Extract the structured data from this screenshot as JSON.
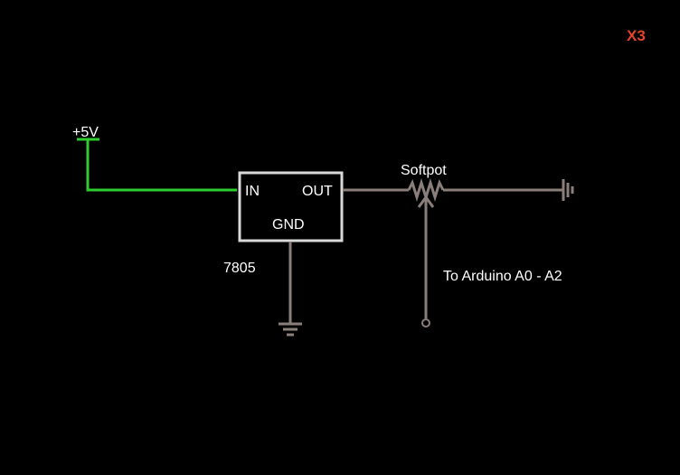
{
  "diagram": {
    "multiplier": "X3",
    "supply_label": "+5V",
    "regulator": {
      "part_number": "7805",
      "pin_in": "IN",
      "pin_out": "OUT",
      "pin_gnd": "GND"
    },
    "potentiometer_label": "Softpot",
    "wiper_note": "To Arduino A0 - A2"
  },
  "colors": {
    "background": "#000000",
    "supply_wire": "#2ecc2e",
    "signal_wire": "#8a7e7b",
    "chip_outline": "#d9d9d9",
    "text": "#ffffff",
    "multiplier_text": "#e8432a"
  }
}
